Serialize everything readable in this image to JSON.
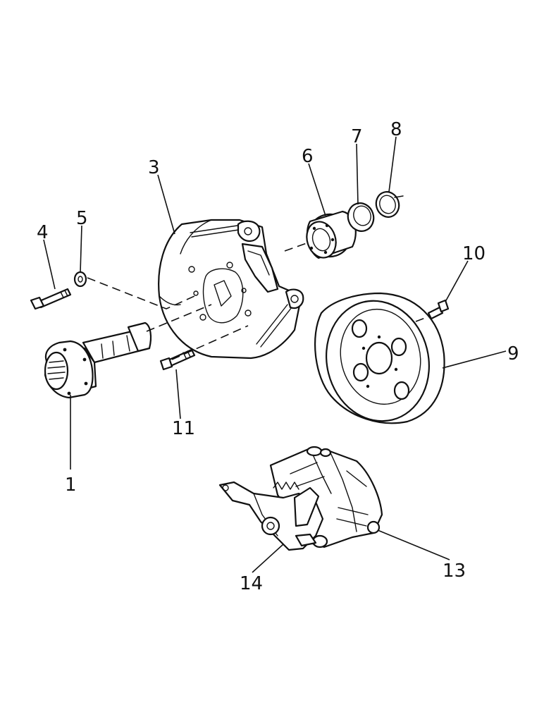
{
  "callouts": {
    "c1": "1",
    "c3": "3",
    "c4": "4",
    "c5": "5",
    "c6": "6",
    "c7": "7",
    "c8": "8",
    "c9": "9",
    "c10": "10",
    "c11": "11",
    "c13": "13",
    "c14": "14"
  },
  "colors": {
    "ink": "#111111",
    "paper": "#ffffff"
  }
}
